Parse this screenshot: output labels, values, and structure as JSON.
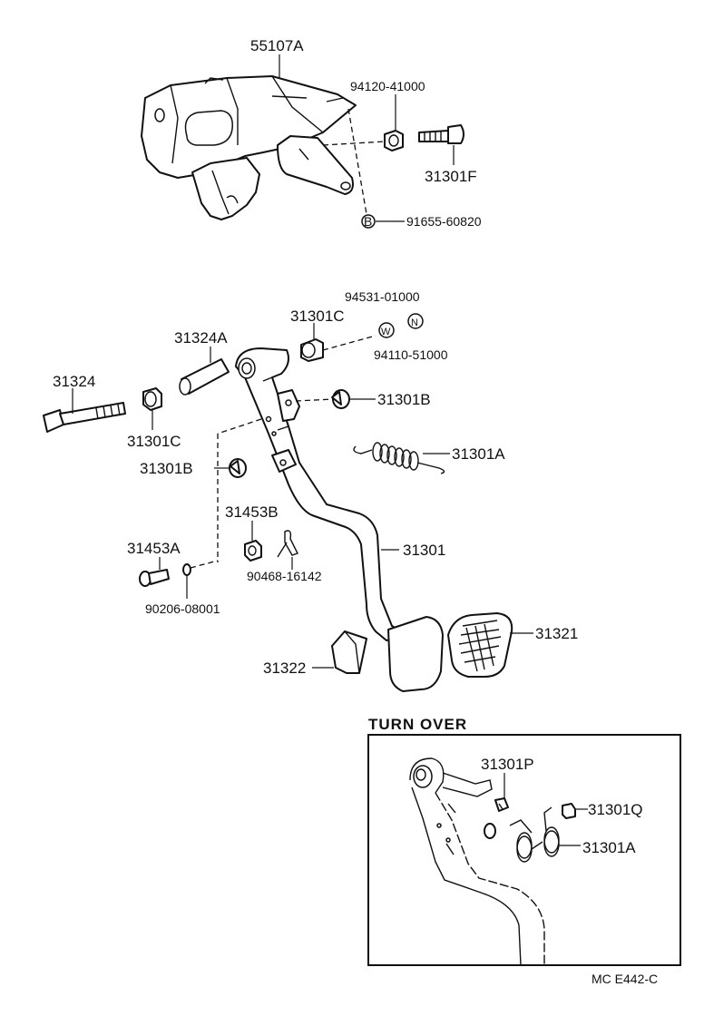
{
  "parts": {
    "p55107A": "55107A",
    "p94120_41000": "94120-41000",
    "p31301F": "31301F",
    "pB_marker": "B",
    "p91655_60820": "91655-60820",
    "p94531_01000": "94531-01000",
    "pW_marker": "W",
    "pN_marker": "N",
    "p94110_51000": "94110-51000",
    "p31301C_top": "31301C",
    "p31324A": "31324A",
    "p31324": "31324",
    "p31301C_left": "31301C",
    "p31301B_right": "31301B",
    "p31301A": "31301A",
    "p31301B_left": "31301B",
    "p31453B": "31453B",
    "p31453A": "31453A",
    "p90468_16142": "90468-16142",
    "p31301": "31301",
    "p90206_08001": "90206-08001",
    "p31321": "31321",
    "p31322": "31322"
  },
  "inset": {
    "title": "TURN OVER",
    "p31301P": "31301P",
    "p31301Q": "31301Q",
    "p31301A": "31301A"
  },
  "footer": {
    "code": "MC  E442-C"
  }
}
